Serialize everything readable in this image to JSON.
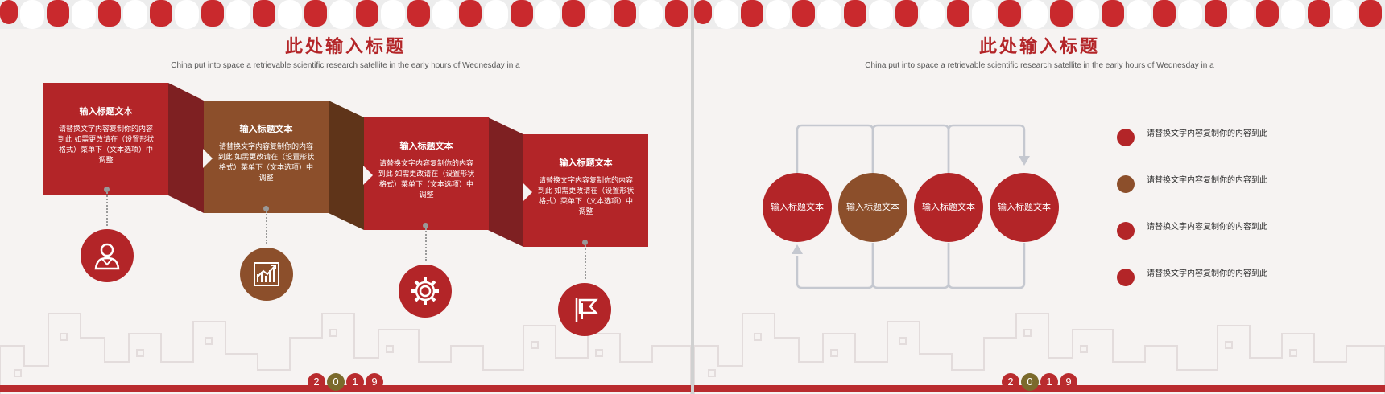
{
  "slides": [
    {
      "title": "此处输入标题",
      "subtitle": "China put into space a retrievable scientific research satellite in the early hours of Wednesday in a",
      "steps": [
        {
          "title": "输入标题文本",
          "desc": "请替换文字内容复制你的内容到此 如需更改请在（设置形状格式）菜单下（文本选项）中调整",
          "icon": "person-icon"
        },
        {
          "title": "输入标题文本",
          "desc": "请替换文字内容复制你的内容到此 如需更改请在（设置形状格式）菜单下（文本选项）中调整",
          "icon": "growth-chart-icon"
        },
        {
          "title": "输入标题文本",
          "desc": "请替换文字内容复制你的内容到此 如需更改请在（设置形状格式）菜单下（文本选项）中调整",
          "icon": "gear-icon"
        },
        {
          "title": "输入标题文本",
          "desc": "请替换文字内容复制你的内容到此 如需更改请在（设置形状格式）菜单下（文本选项）中调整",
          "icon": "flag-icon"
        }
      ],
      "year": [
        "2",
        "0",
        "1",
        "9"
      ]
    },
    {
      "title": "此处输入标题",
      "subtitle": "China put into space a retrievable scientific research satellite in the early hours of Wednesday in a",
      "circles": [
        "输入标题文本",
        "输入标题文本",
        "输入标题文本",
        "输入标题文本"
      ],
      "bullets": [
        "请替换文字内容复制你的内容到此",
        "请替换文字内容复制你的内容到此",
        "请替换文字内容复制你的内容到此",
        "请替换文字内容复制你的内容到此"
      ],
      "year": [
        "2",
        "0",
        "1",
        "9"
      ]
    }
  ],
  "colors": {
    "red": "#b32528",
    "brown": "#8c4f2b",
    "shadow_red": "#7e2022",
    "shadow_brown": "#5f3419",
    "connector": "#c5c8d0"
  }
}
